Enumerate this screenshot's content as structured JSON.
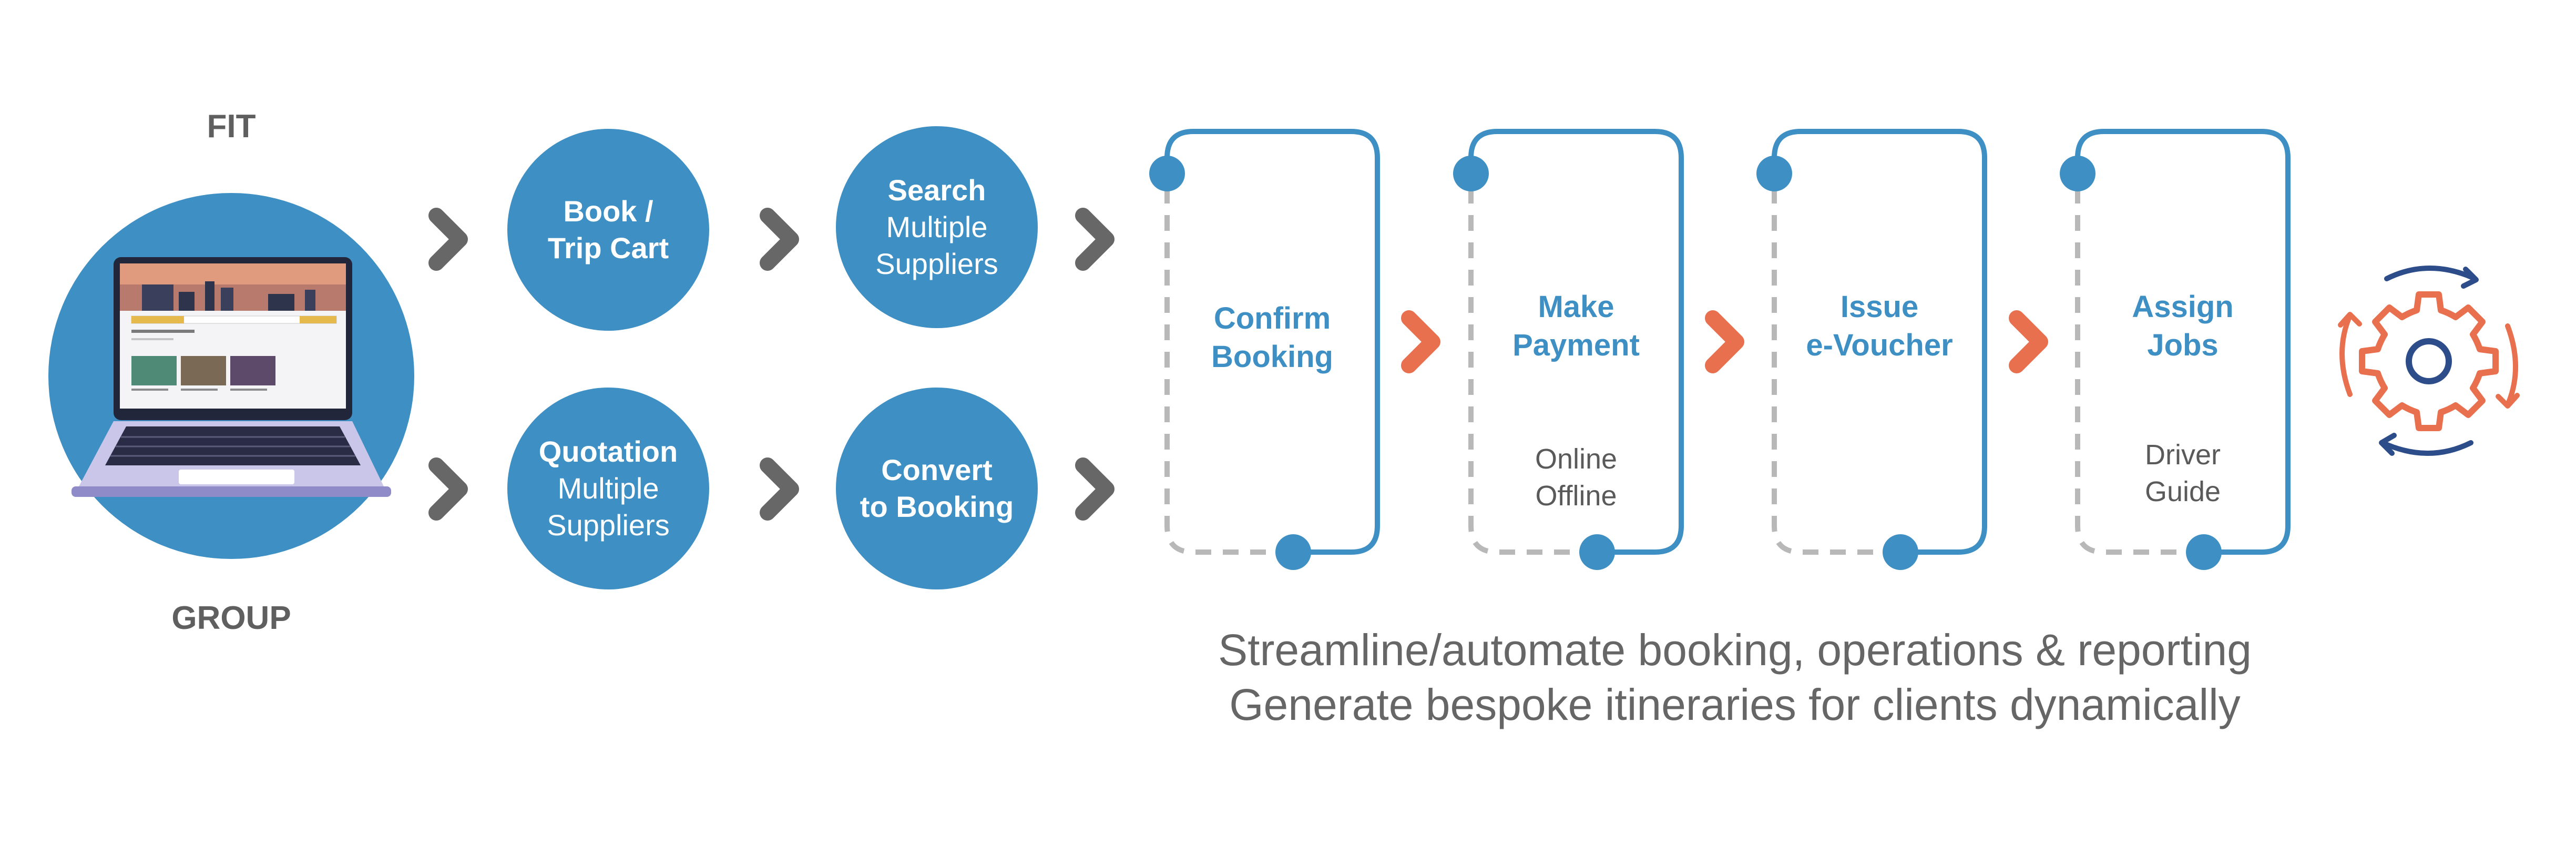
{
  "labels": {
    "fit": "FIT",
    "group": "GROUP"
  },
  "circles": {
    "book": {
      "line1": "Book /",
      "line2": "Trip Cart"
    },
    "search": {
      "line1": "Search",
      "line2": "Multiple",
      "line3": "Suppliers"
    },
    "quotation": {
      "line1": "Quotation",
      "line2": "Multiple",
      "line3": "Suppliers"
    },
    "convert": {
      "line1": "Convert",
      "line2": "to Booking"
    }
  },
  "steps": [
    {
      "title1": "Confirm",
      "title2": "Booking",
      "sub1": "",
      "sub2": ""
    },
    {
      "title1": "Make",
      "title2": "Payment",
      "sub1": "Online",
      "sub2": "Offline"
    },
    {
      "title1": "Issue",
      "title2": "e-Voucher",
      "sub1": "",
      "sub2": ""
    },
    {
      "title1": "Assign",
      "title2": "Jobs",
      "sub1": "Driver",
      "sub2": "Guide"
    }
  ],
  "captions": {
    "line1": "Streamline/automate booking, operations & reporting",
    "line2": "Generate bespoke itineraries for clients dynamically"
  },
  "colors": {
    "primary": "#3e8fc3",
    "arrow_gray": "#676767",
    "arrow_orange": "#e8704f",
    "dash_gray": "#b8b8b8",
    "navy": "#2c4d8a",
    "laptop_lavender": "#c9c6ea"
  },
  "icons": {
    "laptop": "laptop-icon",
    "gear": "gear-cycle-icon"
  }
}
